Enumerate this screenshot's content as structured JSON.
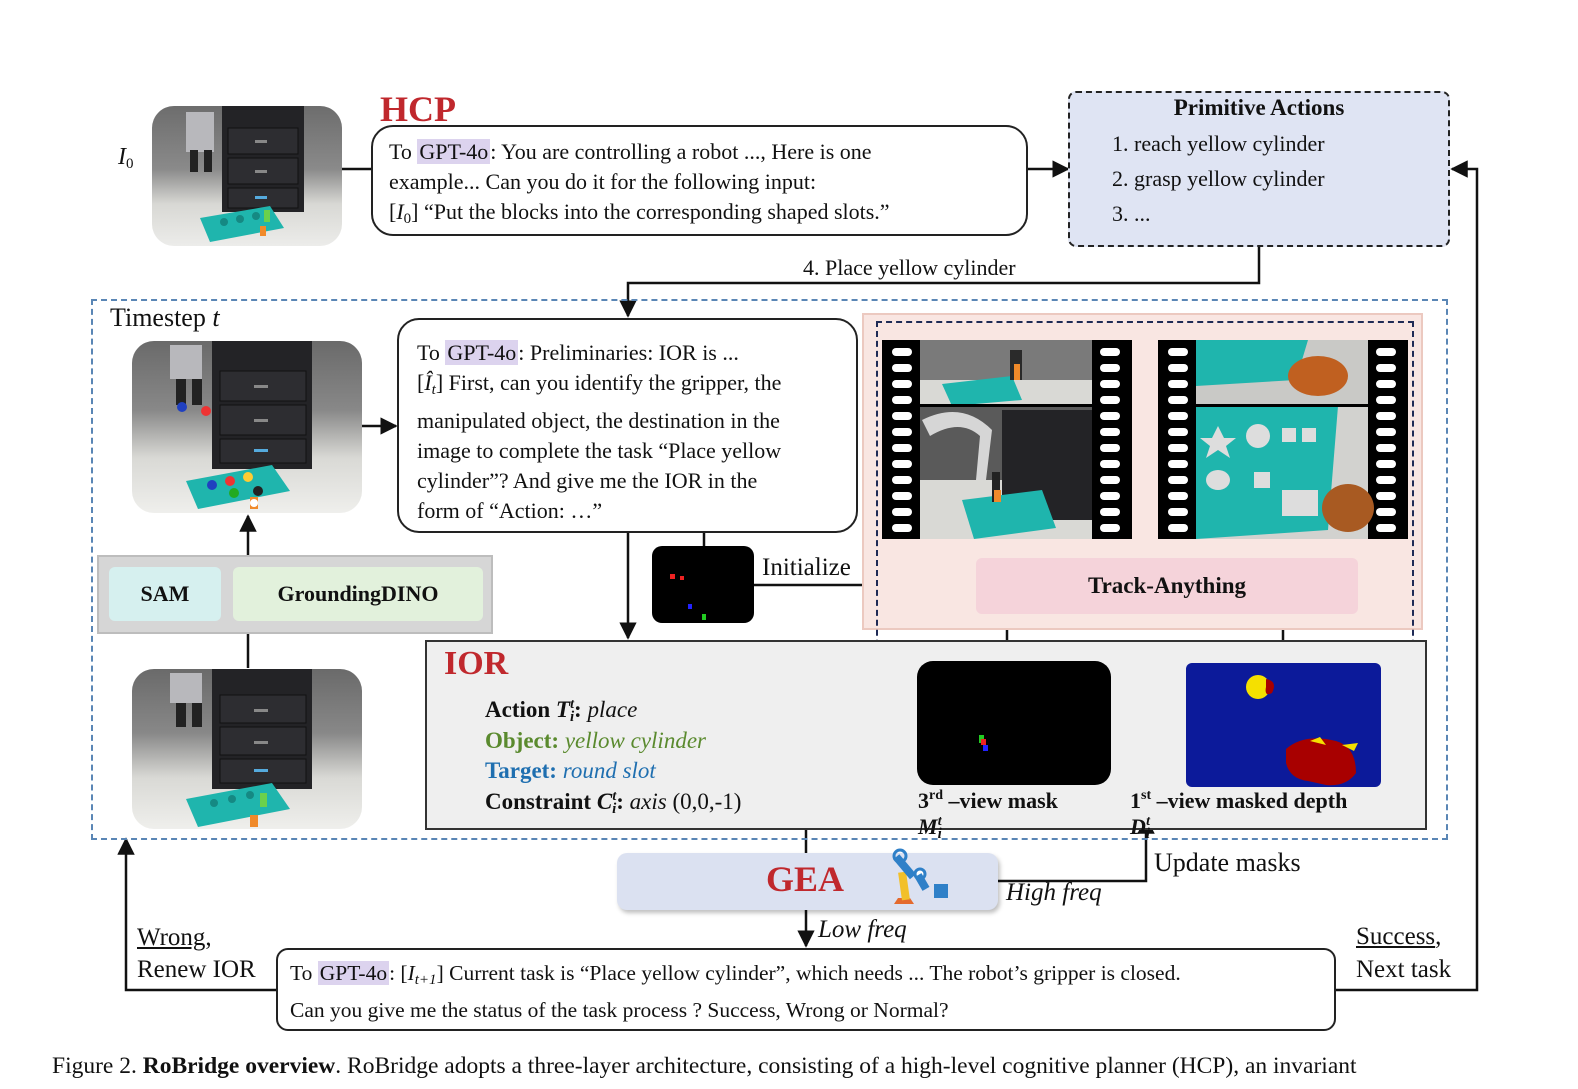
{
  "hcp": {
    "title": "HCP",
    "image_label": "I",
    "image_label_sub": "0",
    "prompt": {
      "to": "To ",
      "model": "GPT-4o",
      "line1": ": You are controlling a robot ..., Here is one",
      "line2": "example... Can you do it for the following input:",
      "line3_pre": "[",
      "line3_var": "I",
      "line3_sub": "0",
      "line3_post": "] “Put the blocks into the corresponding shaped slots.”"
    }
  },
  "primitive_actions": {
    "title": "Primitive Actions",
    "items": [
      "1. reach yellow cylinder",
      "2. grasp yellow cylinder",
      "3. ..."
    ],
    "next_label": "4. Place yellow cylinder"
  },
  "timestep": {
    "label": "Timestep ",
    "var": "t"
  },
  "ior_prompt": {
    "to": "To ",
    "model": "GPT-4o",
    "line1": ": Preliminaries: IOR is ...",
    "line2_pre": "[",
    "line2_var": "Î",
    "line2_sub": "t",
    "line2_post": "] First, can you identify the gripper, the",
    "line3": "manipulated object, the destination in the",
    "line4": "image to complete the task “Place yellow",
    "line5": "cylinder”? And give me the IOR in the",
    "line6": "form of “Action: …”"
  },
  "perception": {
    "sam": "SAM",
    "grounding": "GroundingDINO"
  },
  "initialize_label": "Initialize",
  "track_anything": "Track-Anything",
  "ior": {
    "title": "IOR",
    "action_label": "Action ",
    "action_var": "T",
    "action_value": "place",
    "object_label": "Object:",
    "object_value": "yellow cylinder",
    "target_label": "Target:",
    "target_value": "round slot",
    "constraint_label": "Constraint ",
    "constraint_var": "C",
    "constraint_value_it": "axis",
    "constraint_value": "(0,0,-1)"
  },
  "masks": {
    "third_view_pre": "3",
    "third_view_sup": "rd",
    "third_view_post": " –view mask ",
    "third_view_var": "M",
    "first_view_pre": "1",
    "first_view_sup": "st",
    "first_view_post": " –view masked depth ",
    "first_view_var": "D"
  },
  "gea": {
    "title": "GEA",
    "high_freq": "High freq",
    "low_freq": "Low freq",
    "update_masks": "Update masks"
  },
  "feedback": {
    "wrong": "Wrong",
    "wrong_tail": ",",
    "renew": "Renew IOR",
    "success": "Success",
    "success_tail": ",",
    "next_task": "Next task",
    "prompt_to": "To ",
    "prompt_model": "GPT-4o",
    "prompt_line1_pre": ": [",
    "prompt_line1_var": "I",
    "prompt_line1_sub": "t+1",
    "prompt_line1_post": "] Current task is “Place yellow cylinder”, which needs ... The robot’s gripper is closed.",
    "prompt_line2": "Can you give me the status of the task process ? Success, Wrong or Normal?"
  },
  "caption": {
    "prefix": "Figure 2. ",
    "bold": "RoBridge overview",
    "text": ". RoBridge adopts a three-layer architecture, consisting of a high-level cognitive planner (HCP), an invariant"
  },
  "colors": {
    "hcp_red": "#c0282d",
    "object_green": "#5a8a2e",
    "target_blue": "#1f6fb0",
    "primitive_bg": "#dfe4f3",
    "track_bg": "#f9e6e2",
    "track_btn": "#f5d3da",
    "ior_bg": "#efefef",
    "gea_bg": "#dbe1f1",
    "sam_bg": "#d6f0ef",
    "grounding_bg": "#e2f1dc",
    "depth_bg": "#0c1a9a"
  }
}
